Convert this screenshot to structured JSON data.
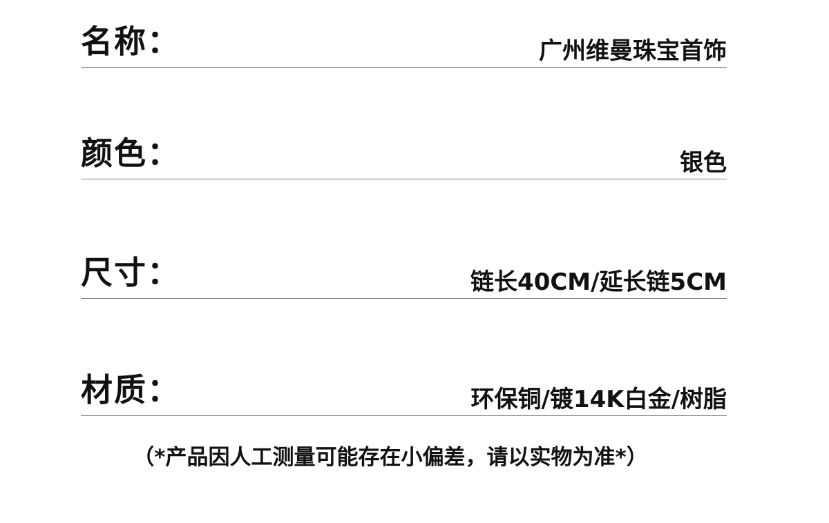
{
  "specs": [
    {
      "label": "名称：",
      "value": "广州维曼珠宝首饰"
    },
    {
      "label": "颜色：",
      "value": "银色"
    },
    {
      "label": "尺寸：",
      "value": "链长40CM/延长链5CM"
    },
    {
      "label": "材质：",
      "value": "环保铜/镀14K白金/树脂"
    }
  ],
  "disclaimer": "（*产品因人工测量可能存在小偏差，请以实物为准*）"
}
